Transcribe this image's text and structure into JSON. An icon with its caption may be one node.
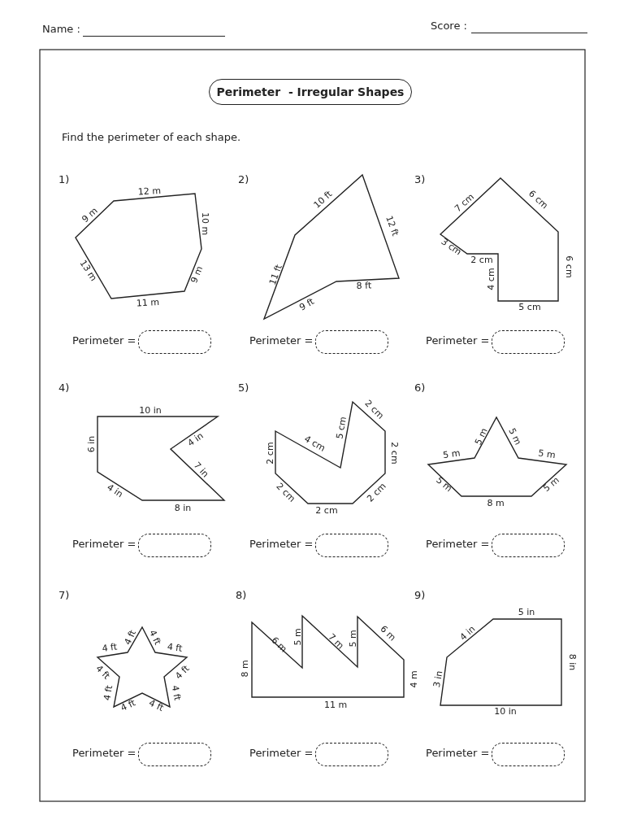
{
  "diagram": {
    "title": "Perimeter  - Irregular Shapes",
    "labels": [
      "Name :",
      "Score :",
      "Find the perimeter of each shape.",
      "1)",
      "12 m",
      "9 m",
      "10 m",
      "13 m",
      "9 m",
      "11 m",
      "Perimeter =",
      "2)",
      "10 ft",
      "12 ft",
      "11 ft",
      "8 ft",
      "9 ft",
      "Perimeter =",
      "3)",
      "7 cm",
      "6 cm",
      "3 cm",
      "2 cm",
      "4 cm",
      "6 cm",
      "5 cm",
      "Perimeter =",
      "4)",
      "10 in",
      "6 in",
      "4 in",
      "7 in",
      "4 in",
      "8 in",
      "Perimeter =",
      "5)",
      "2 cm",
      "5 cm",
      "4 cm",
      "2 cm",
      "2 cm",
      "2 cm",
      "2 cm",
      "2 cm",
      "Perimeter =",
      "6)",
      "5 m",
      "5 m",
      "5 m",
      "5 m",
      "5 m",
      "5 m",
      "8 m",
      "Perimeter =",
      "7)",
      "4 ft",
      "4 ft",
      "4 ft",
      "4 ft",
      "4 ft",
      "4 ft",
      "4 ft",
      "4 ft",
      "4 ft",
      "4 ft",
      "Perimeter =",
      "8)",
      "6 m",
      "5 m",
      "7 m",
      "5 m",
      "6 m",
      "8 m",
      "4 m",
      "11 m",
      "Perimeter =",
      "9)",
      "5 in",
      "4 in",
      "8 in",
      "3 in",
      "10 in",
      "Perimeter ="
    ]
  }
}
